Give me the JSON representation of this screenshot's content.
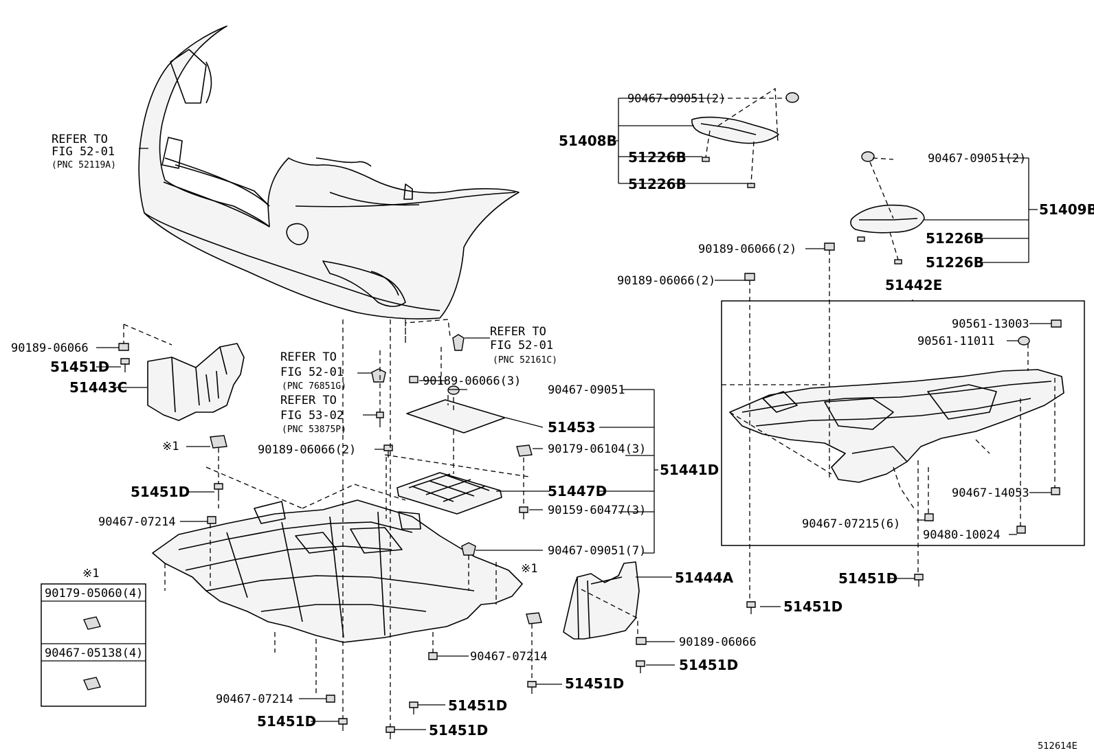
{
  "labels": {
    "refer_bumper_l1": "REFER TO",
    "refer_bumper_l2": "FIG 52-01",
    "refer_bumper_l3": "(PNC 52119A)",
    "refer_52161_l1": "REFER TO",
    "refer_52161_l2": "FIG 52-01",
    "refer_52161_l3": "(PNC 52161C)",
    "refer_76851_l1": "REFER TO",
    "refer_76851_l2": "FIG 52-01",
    "refer_76851_l3": "(PNC 76851G)",
    "refer_53875_l1": "REFER TO",
    "refer_53875_l2": "FIG 53-02",
    "refer_53875_l3": "(PNC 53875P)",
    "p_90467_09051_2_top": "90467-09051(2)",
    "p_51408B": "51408B",
    "p_51226B_a": "51226B",
    "p_51226B_b": "51226B",
    "p_90467_09051_2_right": "90467-09051(2)",
    "p_51409B": "51409B",
    "p_51226B_c": "51226B",
    "p_51226B_d": "51226B",
    "p_90189_06066_2_a": "90189-06066(2)",
    "p_90189_06066_2_b": "90189-06066(2)",
    "p_51442E": "51442E",
    "p_90561_13003": "90561-13003",
    "p_90561_11011": "90561-11011",
    "p_90467_14053": "90467-14053",
    "p_90467_07215_6": "90467-07215(6)",
    "p_90480_10024": "90480-10024",
    "p_51451D_r1": "51451D",
    "p_51451D_r2": "51451D",
    "p_90189_06066_left": "90189-06066",
    "p_51451D_left": "51451D",
    "p_51443C": "51443C",
    "note_mark_1": "※1",
    "p_51451D_l2": "51451D",
    "p_90467_07214_l": "90467-07214",
    "p_90189_06066_3": "90189-06066(3)",
    "p_90467_09051": "90467-09051",
    "p_51453": "51453",
    "p_90189_06066_2_c": "90189-06066(2)",
    "p_90179_06104_3": "90179-06104(3)",
    "p_51441D": "51441D",
    "p_51447D": "51447D",
    "p_90159_60477_3": "90159-60477(3)",
    "p_90467_09051_7": "90467-09051(7)",
    "note_mark_2": "※1",
    "p_51444A": "51444A",
    "p_90189_06066_b": "90189-06066",
    "p_51451D_c1": "51451D",
    "p_90467_07214_c": "90467-07214",
    "p_51451D_c2": "51451D",
    "p_90467_07214_b": "90467-07214",
    "p_51451D_c3": "51451D",
    "p_51451D_c4": "51451D",
    "p_51451D_c5": "51451D",
    "legend_title": "※1",
    "legend_row1": "90179-05060(4)",
    "legend_row2": "90467-05138(4)",
    "figure_code": "512614E"
  }
}
